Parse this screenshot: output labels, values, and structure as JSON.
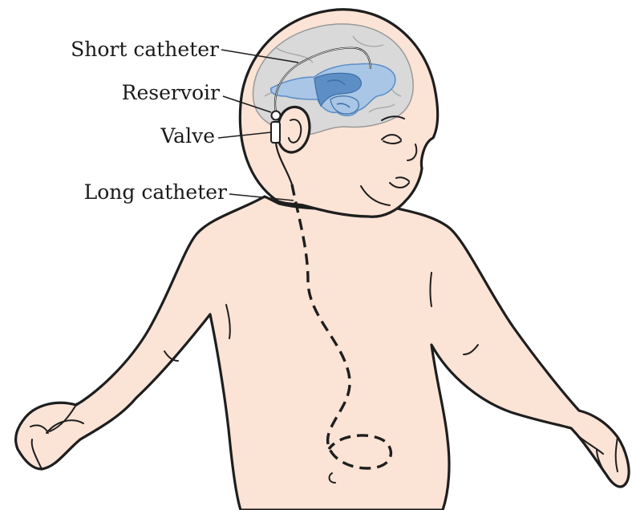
{
  "callouts": {
    "short_catheter": "Short catheter",
    "reservoir": "Reservoir",
    "valve": "Valve",
    "long_catheter": "Long catheter"
  },
  "colors": {
    "skin": "#fbe3d6",
    "brain": "#d9d9d9",
    "ventricle": "#a9c6e6",
    "ventricle_dark": "#5d8fc6",
    "outline": "#1e1e1e"
  },
  "icons": {
    "figure": "baby-torso-illustration",
    "brain": "brain-icon",
    "ventricles": "ventricles-icon",
    "shunt": "shunt-tubing-icon"
  }
}
